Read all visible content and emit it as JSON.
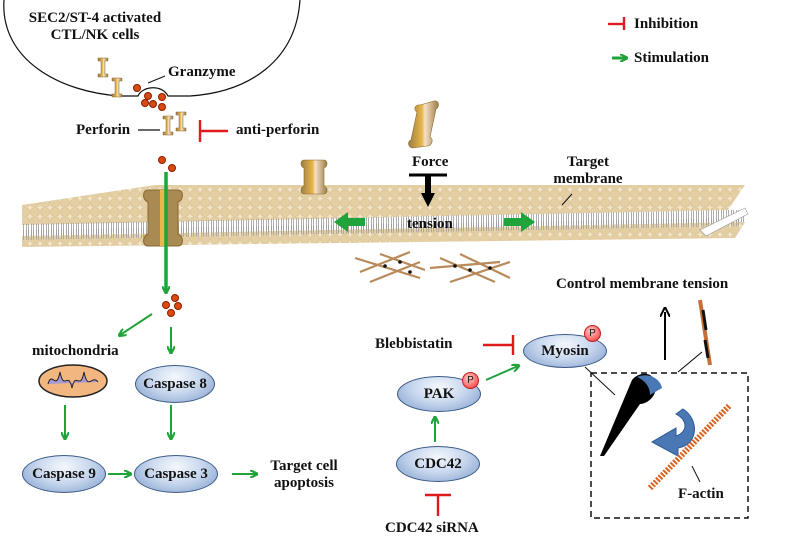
{
  "legend": {
    "inhibition": "Inhibition",
    "stimulation": "Stimulation"
  },
  "colors": {
    "inhibition": "#e0191f",
    "stimulation": "#1fa33a",
    "node_fill": "#c9d8ee",
    "membrane": "#e8d5b0",
    "granule": "#d94a10"
  },
  "effector_cell": {
    "title_line1": "SEC2/ST-4 activated",
    "title_line2": "CTL/NK cells",
    "granzyme": "Granzyme",
    "perforin": "Perforin",
    "anti_perforin": "anti-perforin"
  },
  "membrane": {
    "label_line1": "Target",
    "label_line2": "membrane",
    "force": "Force",
    "tension": "tension"
  },
  "apoptosis": {
    "mitochondria": "mitochondria",
    "caspase8": "Caspase 8",
    "caspase9": "Caspase 9",
    "caspase3": "Caspase 3",
    "outcome_line1": "Target cell",
    "outcome_line2": "apoptosis"
  },
  "signaling": {
    "blebbistatin": "Blebbistatin",
    "myosin": "Myosin",
    "pak": "PAK",
    "cdc42": "CDC42",
    "cdc42_sirna": "CDC42  siRNA",
    "phospho": "P",
    "control_tension": "Control membrane tension",
    "f_actin": "F-actin"
  }
}
